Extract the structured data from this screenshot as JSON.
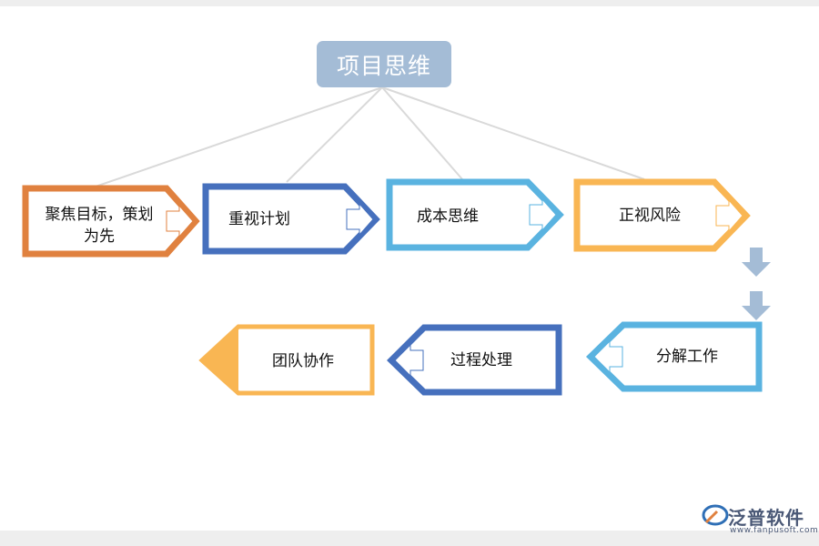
{
  "root": {
    "label": "项目思维"
  },
  "steps": [
    {
      "label": "聚焦目标，策划为先"
    },
    {
      "label": "重视计划"
    },
    {
      "label": "成本思维"
    },
    {
      "label": "正视风险"
    },
    {
      "label": "分解工作"
    },
    {
      "label": "过程处理"
    },
    {
      "label": "团队协作"
    }
  ],
  "colors": {
    "orange": "#e0813f",
    "dark_blue": "#4670bd",
    "light_blue": "#5ab3e0",
    "amber": "#f9b653",
    "root_fill": "#a4bcd6",
    "connector": "#d9d9d9",
    "down_arrow": "#a4bcd6"
  },
  "logo": {
    "name": "泛普软件",
    "url": "www.fanpusoft.com"
  }
}
